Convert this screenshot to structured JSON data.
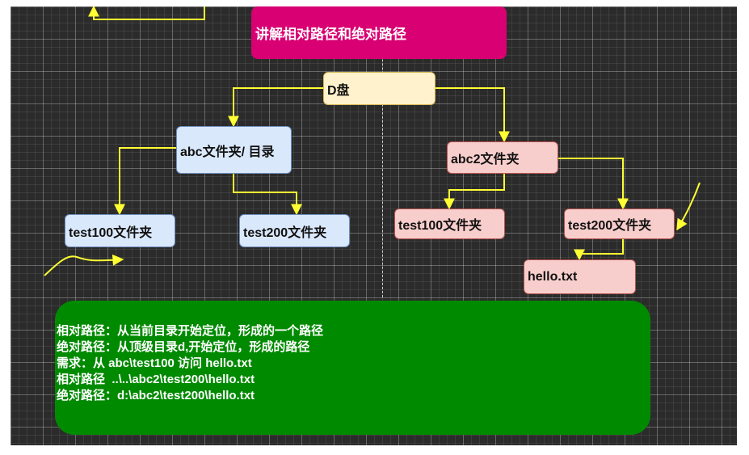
{
  "title": "讲解相对路径和绝对路径",
  "nodes": {
    "d_drive": "D盘",
    "abc": "abc文件夹/ 目录",
    "abc_test100": "test100文件夹",
    "abc_test200": "test200文件夹",
    "abc2": "abc2文件夹",
    "abc2_test100": "test100文件夹",
    "abc2_test200": "test200文件夹",
    "hello": "hello.txt"
  },
  "notes": [
    "相对路径：从当前目录开始定位，形成的一个路径",
    "绝对路径：从顶级目录d,开始定位，形成的路径",
    "需求：从 abc\\test100 访问 hello.txt",
    "相对路径  ..\\..\\abc2\\test200\\hello.txt",
    "绝对路径：d:\\abc2\\test200\\hello.txt"
  ],
  "colors": {
    "background": "#2b2b2b",
    "title_fill": "#d80073",
    "note_fill": "#008a00",
    "connector": "#ffff33",
    "folder_blue": "#dae8fc",
    "folder_pink": "#f8cecc",
    "root_yellow": "#fff2cc"
  }
}
